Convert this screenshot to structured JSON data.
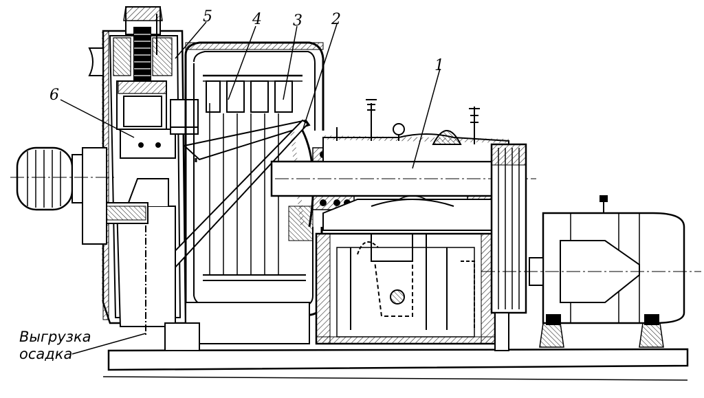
{
  "labels": {
    "n1": "1",
    "n2": "2",
    "n3": "3",
    "n4": "4",
    "n5": "5",
    "n6": "6"
  },
  "caption": {
    "line1": "Выгрузка",
    "line2": "осадка"
  },
  "colors": {
    "ink": "#000000",
    "paper": "#ffffff",
    "hatch": "#222222"
  }
}
